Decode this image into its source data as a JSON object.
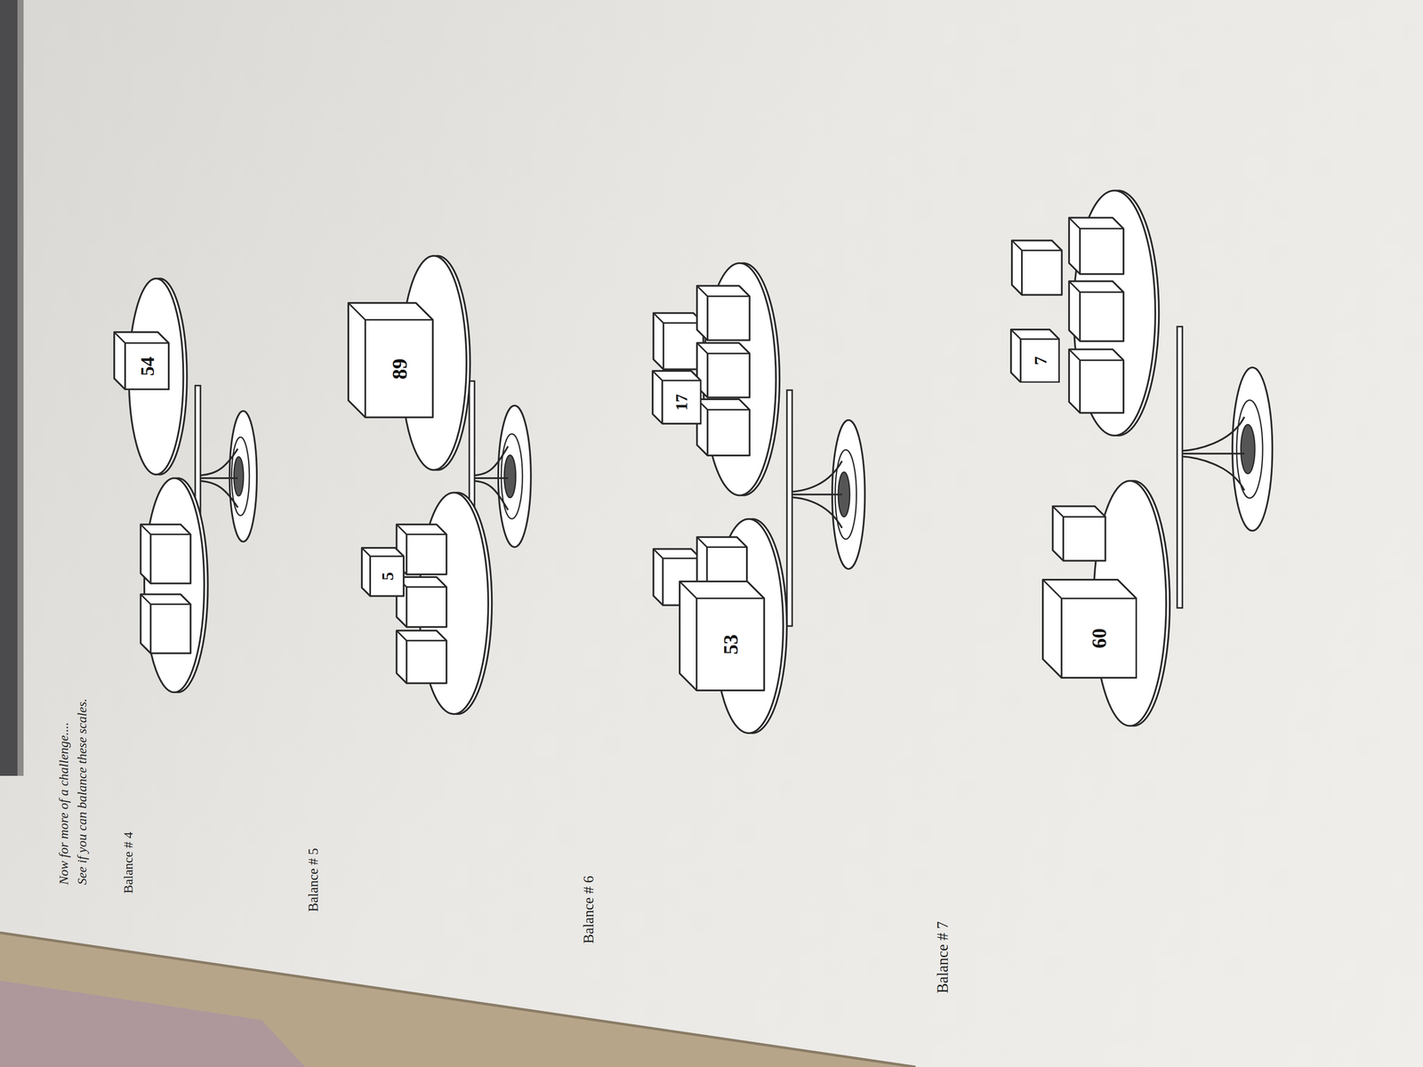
{
  "diagram": {
    "title": "Now for more of a challenge....",
    "nodes": [
      {
        "text": [
          "54"
        ]
      },
      {
        "text": [
          "5"
        ]
      },
      {
        "text": [
          "89"
        ]
      },
      {
        "text": [
          "53"
        ]
      },
      {
        "text": [
          "17"
        ]
      },
      {
        "text": [
          "60"
        ]
      },
      {
        "text": [
          "7"
        ]
      }
    ],
    "labels": [
      "See if you can balance these scales.",
      "Balance # 4",
      "Balance # 5",
      "Balance # 6",
      "Balance # 7"
    ]
  }
}
